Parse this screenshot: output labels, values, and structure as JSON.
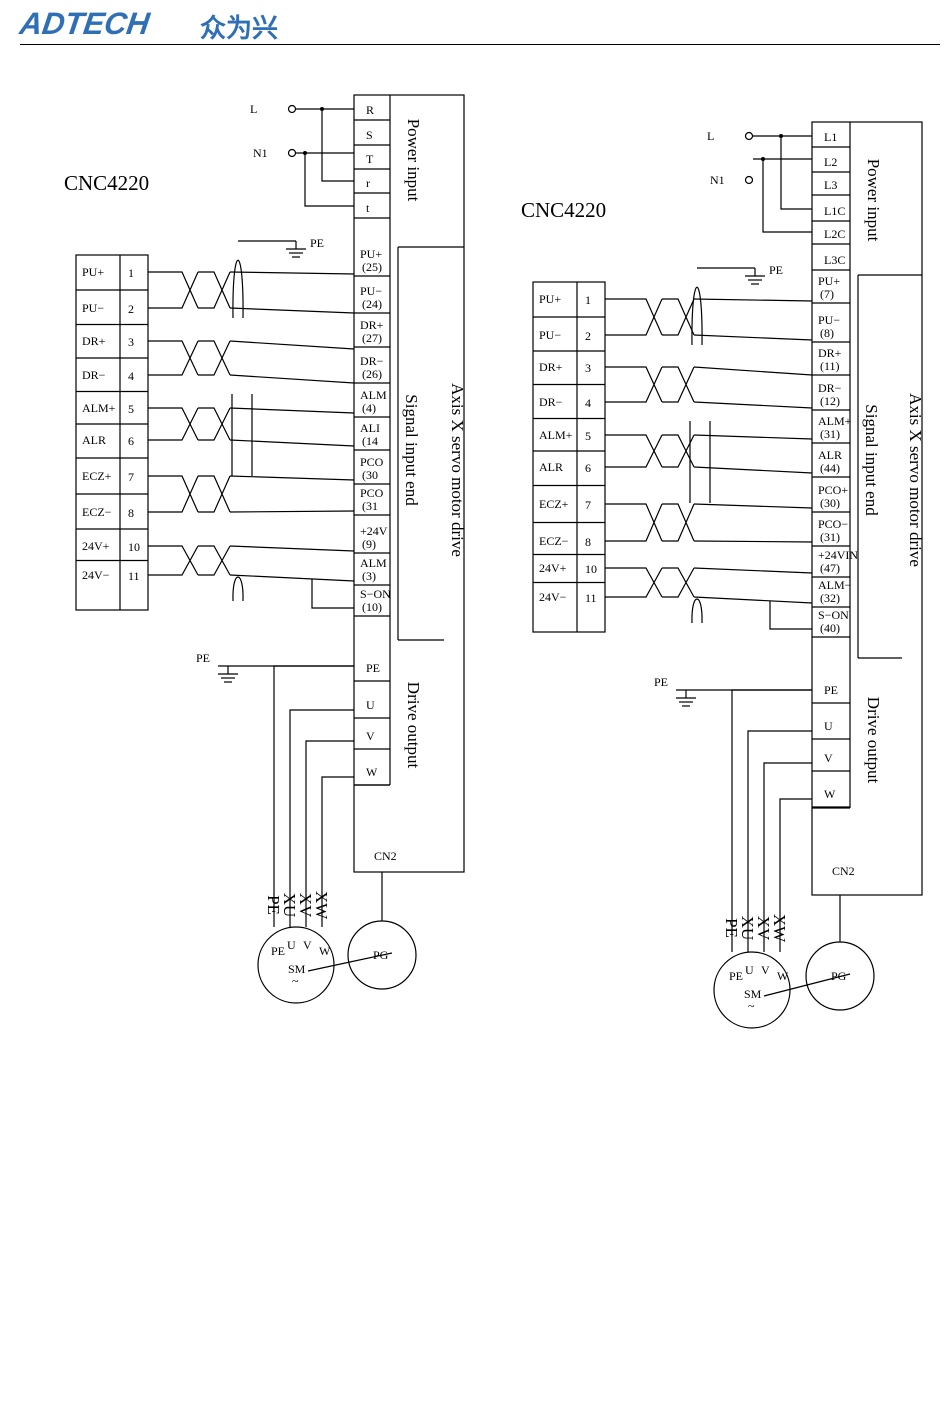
{
  "header": {
    "logo_text": "ADTECH",
    "logo_cn": "众为兴"
  },
  "left_diagram": {
    "controller_title": "CNC4220",
    "line_L": "L",
    "line_N1": "N1",
    "pe": "PE",
    "controller_pins": [
      {
        "signal": "PU+",
        "num": "1"
      },
      {
        "signal": "PU−",
        "num": "2"
      },
      {
        "signal": "DR+",
        "num": "3"
      },
      {
        "signal": "DR−",
        "num": "4"
      },
      {
        "signal": "ALM+",
        "num": "5"
      },
      {
        "signal": "ALR",
        "num": "6"
      },
      {
        "signal": "ECZ+",
        "num": "7"
      },
      {
        "signal": "ECZ−",
        "num": "8"
      },
      {
        "signal": "24V+",
        "num": "10"
      },
      {
        "signal": "24V−",
        "num": "11"
      }
    ],
    "power_terminals": [
      "R",
      "S",
      "T",
      "r",
      "t"
    ],
    "signal_terminals": [
      {
        "name": "PU+",
        "pin": "(25)"
      },
      {
        "name": "PU−",
        "pin": "(24)"
      },
      {
        "name": "DR+",
        "pin": "(27)"
      },
      {
        "name": "DR−",
        "pin": "(26)"
      },
      {
        "name": "ALM",
        "pin": "(4)"
      },
      {
        "name": "ALI",
        "pin": "(14"
      },
      {
        "name": "PCO",
        "pin": "(30"
      },
      {
        "name": "PCO",
        "pin": "(31"
      },
      {
        "name": "+24V",
        "pin": "(9)"
      },
      {
        "name": "ALM",
        "pin": "(3)"
      },
      {
        "name": "S−ON",
        "pin": "(10)"
      }
    ],
    "output_terminals": [
      "PE",
      "U",
      "V",
      "W"
    ],
    "cn2": "CN2",
    "section_power": "Power input",
    "section_signal": "Signal input end",
    "section_drive": "Drive output",
    "drive_title": "Axis X servo motor drive",
    "motor_wires": [
      "PE",
      "XU",
      "XV",
      "XW"
    ],
    "motor_label": "SM",
    "motor_tilde": "~",
    "motor_pins": [
      "PE",
      "U",
      "V",
      "W"
    ],
    "encoder_label": "PG"
  },
  "right_diagram": {
    "controller_title": "CNC4220",
    "line_L": "L",
    "line_N1": "N1",
    "pe": "PE",
    "controller_pins": [
      {
        "signal": "PU+",
        "num": "1"
      },
      {
        "signal": "PU−",
        "num": "2"
      },
      {
        "signal": "DR+",
        "num": "3"
      },
      {
        "signal": "DR−",
        "num": "4"
      },
      {
        "signal": "ALM+",
        "num": "5"
      },
      {
        "signal": "ALR",
        "num": "6"
      },
      {
        "signal": "ECZ+",
        "num": "7"
      },
      {
        "signal": "ECZ−",
        "num": "8"
      },
      {
        "signal": "24V+",
        "num": "10"
      },
      {
        "signal": "24V−",
        "num": "11"
      }
    ],
    "power_terminals": [
      "L1",
      "L2",
      "L3",
      "L1C",
      "L2C",
      "L3C"
    ],
    "signal_terminals": [
      {
        "name": "PU+",
        "pin": "(7)"
      },
      {
        "name": "PU−",
        "pin": "(8)"
      },
      {
        "name": "DR+",
        "pin": "(11)"
      },
      {
        "name": "DR−",
        "pin": "(12)"
      },
      {
        "name": "ALM+",
        "pin": "(31)"
      },
      {
        "name": "ALR",
        "pin": "(44)"
      },
      {
        "name": "PCO+",
        "pin": "(30)"
      },
      {
        "name": "PCO−",
        "pin": "(31)"
      },
      {
        "name": "+24VIN",
        "pin": "(47)"
      },
      {
        "name": "ALM−",
        "pin": "(32)"
      },
      {
        "name": "S−ON",
        "pin": "(40)"
      }
    ],
    "output_terminals": [
      "PE",
      "U",
      "V",
      "W"
    ],
    "cn2": "CN2",
    "section_power": "Power input",
    "section_signal": "Signal input end",
    "section_drive": "Drive output",
    "drive_title": "Axis X servo motor drive",
    "motor_wires": [
      "PE",
      "XU",
      "XV",
      "XW"
    ],
    "motor_label": "SM",
    "motor_tilde": "~",
    "motor_pins": [
      "PE",
      "U",
      "V",
      "W"
    ],
    "encoder_label": "PG"
  }
}
